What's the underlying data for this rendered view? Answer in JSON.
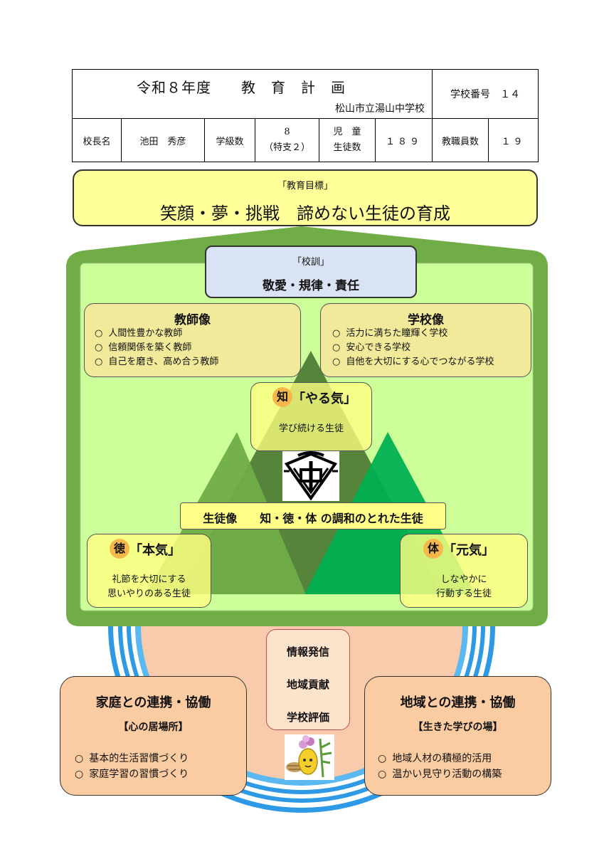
{
  "header": {
    "title": "令和８年度　　教　育　計　画",
    "school_name": "松山市立湯山中学校",
    "school_number_label": "学校番号　１４",
    "principal_label": "校長名",
    "principal_name": "池田　秀彦",
    "class_count_label": "学級数",
    "class_count_value": "8",
    "class_count_note": "（特支２）",
    "students_label_1": "児　童",
    "students_label_2": "生徒数",
    "students_value": "１８９",
    "staff_label": "教職員数",
    "staff_value": "１９"
  },
  "goal": {
    "label": "「教育目標」",
    "text": "笑顔・夢・挑戦　諦めない生徒の育成"
  },
  "motto": {
    "label": "「校訓」",
    "text": "敬愛・規律・責任"
  },
  "teacher_image": {
    "title": "教師像",
    "items": [
      "人間性豊かな教師",
      "信頼関係を築く教師",
      "自己を磨き、高め合う教師"
    ]
  },
  "school_image": {
    "title": "学校像",
    "items": [
      "活力に満ちた瞳輝く学校",
      "安心できる学校",
      "自他を大切にする心でつながる学校"
    ]
  },
  "chi": {
    "badge": "知",
    "title": "「やる気」",
    "desc": "学び続ける生徒"
  },
  "student_image": {
    "text": "生徒像　　知・徳・体 の調和のとれた生徒"
  },
  "toku": {
    "badge": "徳",
    "title": "「本気」",
    "desc_1": "礼節を大切にする",
    "desc_2": "思いやりのある生徒"
  },
  "tai": {
    "badge": "体",
    "title": "「元気」",
    "desc_1": "しなやかに",
    "desc_2": "行動する生徒"
  },
  "info_box": {
    "items": [
      "情報発信",
      "地域貢献",
      "学校評価"
    ]
  },
  "home": {
    "title": "家庭との連携・協働",
    "subtitle": "【心の居場所】",
    "items": [
      "基本的生活習慣づくり",
      "家庭学習の習慣づくり"
    ]
  },
  "community": {
    "title": "地域との連携・協働",
    "subtitle": "【生きた学びの場】",
    "items": [
      "地域人材の積極的活用",
      "温かい見守り活動の構築"
    ]
  },
  "colors": {
    "green_frame": "#70ad47",
    "light_green": "#ccff99",
    "yellow_box": "#ffff99",
    "beige_box": "#f2e89a",
    "blue_box": "#dae3f3",
    "orange_box": "#fbcba1",
    "peach_circle": "#f8cbad",
    "blue_ring": "#2e9ae6",
    "mountain_left": "#70ad47",
    "mountain_center": "#4b7a32",
    "mountain_right": "#00b050",
    "badge": "#f7b84b"
  }
}
